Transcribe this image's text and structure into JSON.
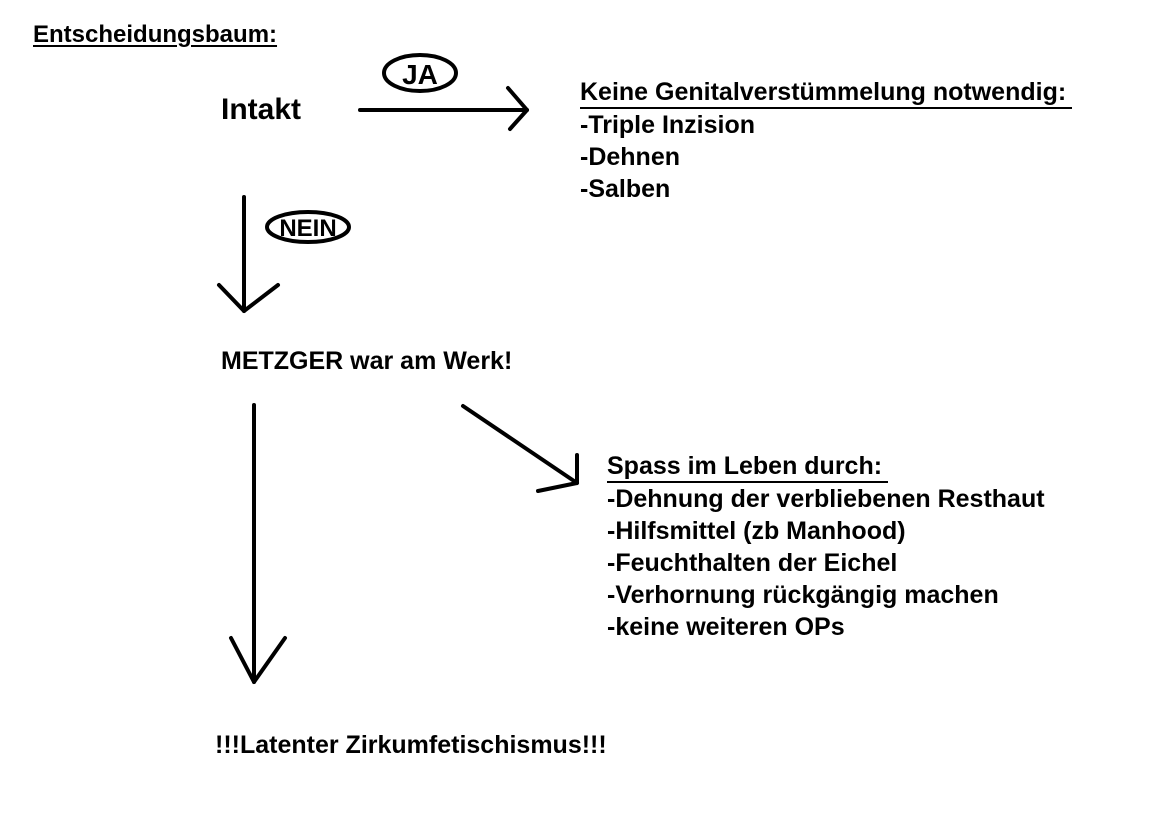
{
  "title": "Entscheidungsbaum:",
  "nodes": {
    "root": "Intakt",
    "no_branch": "METZGER war am Werk!",
    "final": "!!!Latenter Zirkumfetischismus!!!"
  },
  "edge_labels": {
    "yes": "JA",
    "no": "NEIN"
  },
  "yes_box": {
    "heading": "Keine Genitalverstümmelung notwendig:",
    "items": [
      "-Triple Inzision",
      "-Dehnen",
      "-Salben"
    ]
  },
  "spass_box": {
    "heading": "Spass im Leben durch:",
    "items": [
      "-Dehnung der verbliebenen Resthaut",
      "-Hilfsmittel (zb Manhood)",
      "-Feuchthalten der Eichel",
      "-Verhornung rückgängig machen",
      "-keine weiteren OPs"
    ]
  }
}
